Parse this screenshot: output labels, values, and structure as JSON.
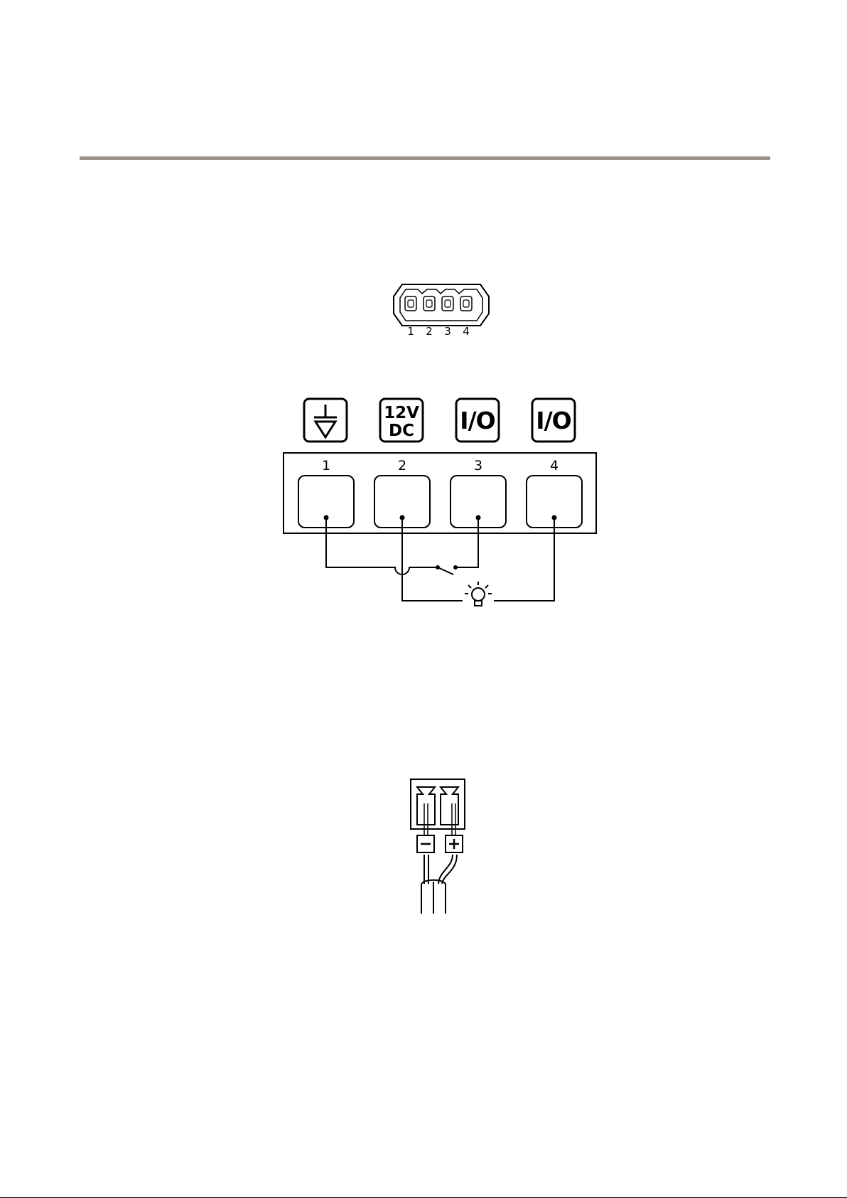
{
  "connector_pinout": {
    "pin_labels": [
      "1",
      "2",
      "3",
      "4"
    ]
  },
  "io_wiring_diagram": {
    "pin_icons": [
      {
        "icon": "ground-icon",
        "text": ""
      },
      {
        "icon": "power-12v-dc-icon",
        "line1": "12V",
        "line2": "DC"
      },
      {
        "icon": "io-icon",
        "text": "I/O"
      },
      {
        "icon": "io-icon",
        "text": "I/O"
      }
    ],
    "pin_numbers": [
      "1",
      "2",
      "3",
      "4"
    ],
    "components": [
      "switch-icon",
      "light-bulb-icon"
    ]
  },
  "power_connector": {
    "negative_label": "−",
    "positive_label": "+"
  },
  "colors": {
    "header_rule": "#a0928a",
    "line": "#000000"
  }
}
